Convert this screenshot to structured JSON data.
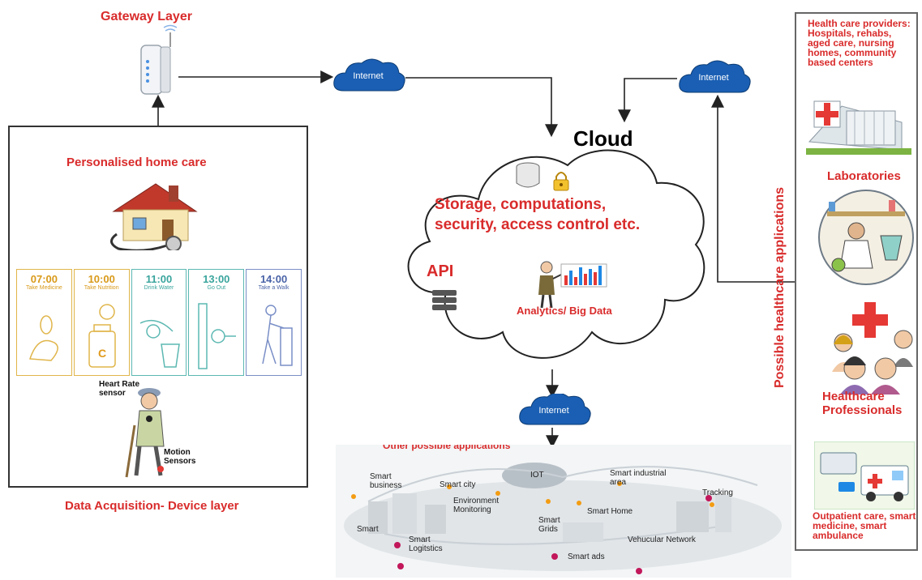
{
  "gateway": {
    "title": "Gateway Layer"
  },
  "device": {
    "home_care_label": "Personalised home care",
    "layer_label": "Data Acquisition- Device layer",
    "schedule": [
      {
        "time": "07:00",
        "task": "Take Medicine"
      },
      {
        "time": "10:00",
        "task": "Take Nutrition"
      },
      {
        "time": "11:00",
        "task": "Drink Water"
      },
      {
        "time": "13:00",
        "task": "Go Out"
      },
      {
        "time": "14:00",
        "task": "Take a Walk"
      }
    ],
    "vitamin_letter": "C",
    "sensor_heart": "Heart Rate sensor",
    "sensor_motion": "Motion Sensors"
  },
  "internet": {
    "label": "Internet"
  },
  "cloud": {
    "title": "Cloud",
    "storage_line1": "Storage, computations,",
    "storage_line2": "security, access control etc.",
    "api": "API",
    "analytics": "Analytics/ Big Data"
  },
  "apps_panel": {
    "vertical_title": "Possible healthcare applications",
    "providers": "Health care providers: Hospitals, rehabs, aged care, nursing homes, community based centers",
    "laboratories": "Laboratories",
    "professionals": "Healthcare Professionals",
    "outpatient": "Outpatient care, smart medicine, smart ambulance"
  },
  "iot": {
    "header": "Other possible applications",
    "center": "IOT",
    "items": [
      "Smart business",
      "Smart city",
      "Environment Monitoring",
      "Smart industrial area",
      "Tracking",
      "Smart Home",
      "Smart Grids",
      "Vehucular Network",
      "Smart ads",
      "Smart Logitstics",
      "Smart"
    ]
  },
  "colors": {
    "accent_red": "#d92b2b",
    "internet_blue": "#1a5fb4",
    "line": "#222222"
  }
}
